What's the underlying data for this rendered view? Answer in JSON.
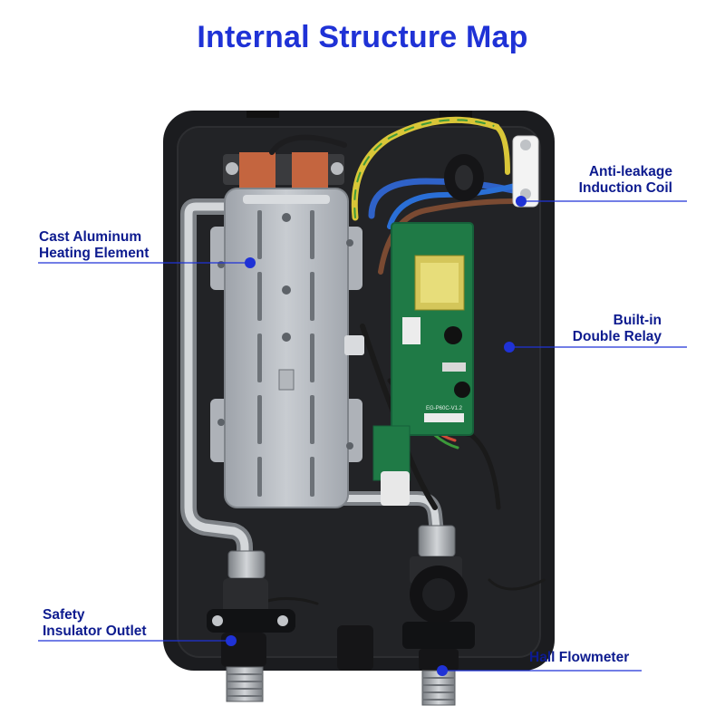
{
  "title": "Internal Structure Map",
  "colors": {
    "title": "#1f32d6",
    "label": "#0d1b8f",
    "leader_line": "#1f32d6",
    "housing": "#1b1c1f"
  },
  "callouts": [
    {
      "id": "anti-leakage-coil",
      "lines": [
        "Anti-leakage",
        "Induction Coil"
      ]
    },
    {
      "id": "heating-element",
      "lines": [
        "Cast Aluminum",
        "Heating Element"
      ]
    },
    {
      "id": "double-relay",
      "lines": [
        "Built-in",
        "Double Relay"
      ]
    },
    {
      "id": "insulator-outlet",
      "lines": [
        "Safety",
        "Insulator Outlet"
      ]
    },
    {
      "id": "hall-flowmeter",
      "lines": [
        "Hall Flowmeter"
      ]
    }
  ],
  "board": {
    "pcb_mark_top": "EG-P60C-V1.2"
  }
}
